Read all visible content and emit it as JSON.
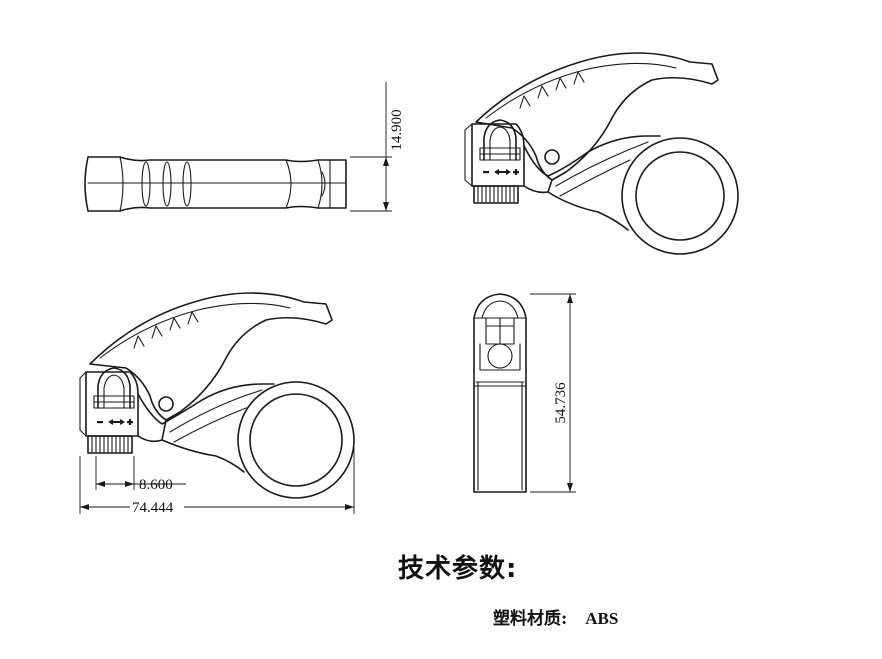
{
  "dimensions": {
    "thickness": "14.900",
    "height": "54.736",
    "jaw_width": "8.600",
    "overall_length": "74.444"
  },
  "specs": {
    "heading": "技术参数:",
    "material_label": "塑料材质:",
    "material_value": "ABS"
  },
  "icons": {
    "adjust_indicator": "minus-arrow-plus-icon"
  }
}
